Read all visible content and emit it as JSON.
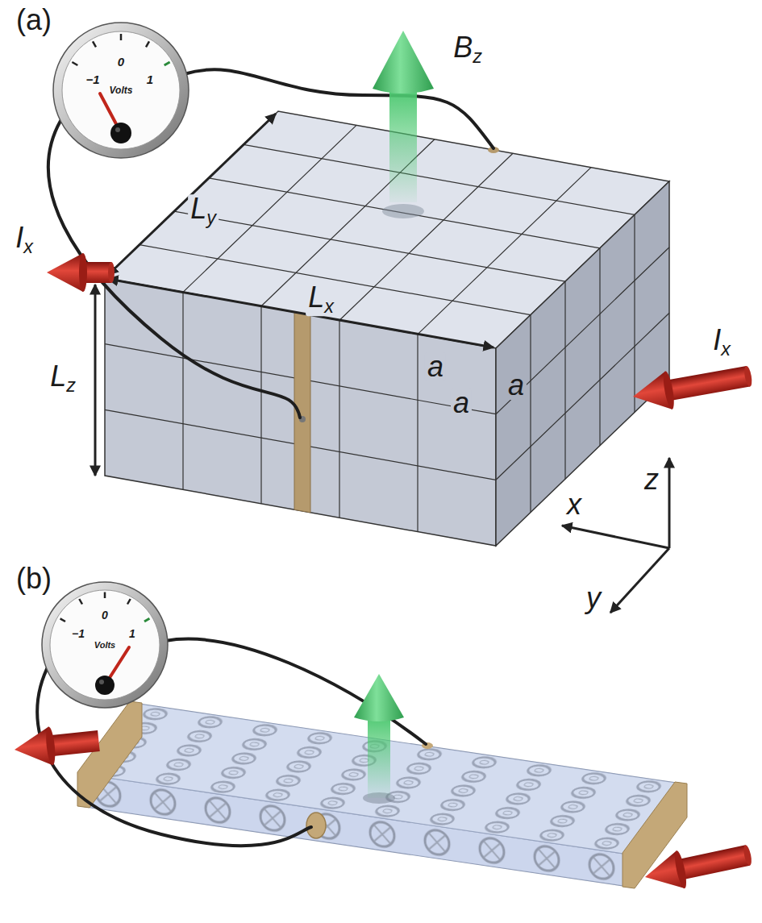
{
  "diagram": {
    "labels": [
      "(a)",
      "Bz",
      "Ix",
      "Ly",
      "Lx",
      "Lz",
      "a",
      "a",
      "a",
      "Ix",
      "z",
      "x",
      "y",
      "−1",
      "0",
      "1",
      "Volts",
      "(b)",
      "−1",
      "0",
      "1",
      "Volts"
    ]
  }
}
